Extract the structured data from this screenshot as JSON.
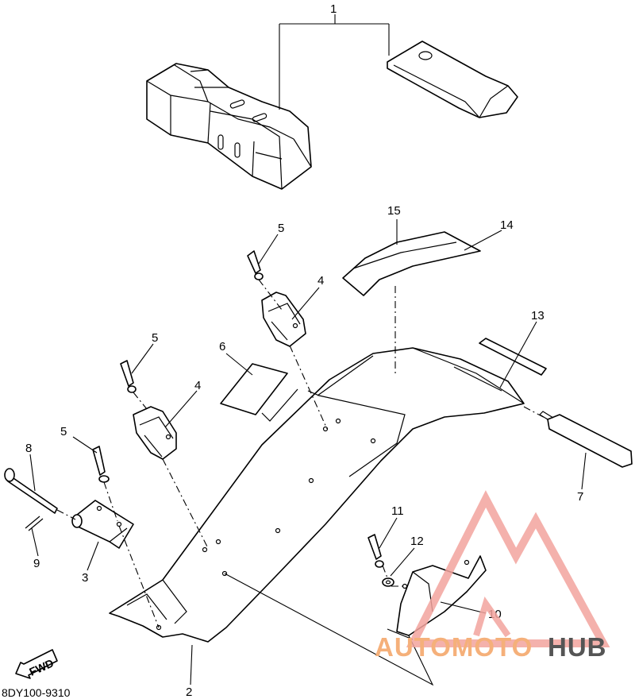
{
  "diagram": {
    "callouts": [
      {
        "id": "1",
        "label": "1"
      },
      {
        "id": "2",
        "label": "2"
      },
      {
        "id": "3",
        "label": "3"
      },
      {
        "id": "4a",
        "label": "4"
      },
      {
        "id": "4b",
        "label": "4"
      },
      {
        "id": "5a",
        "label": "5"
      },
      {
        "id": "5b",
        "label": "5"
      },
      {
        "id": "5c",
        "label": "5"
      },
      {
        "id": "6",
        "label": "6"
      },
      {
        "id": "7",
        "label": "7"
      },
      {
        "id": "8",
        "label": "8"
      },
      {
        "id": "9",
        "label": "9"
      },
      {
        "id": "10",
        "label": "10"
      },
      {
        "id": "11",
        "label": "11"
      },
      {
        "id": "12",
        "label": "12"
      },
      {
        "id": "13",
        "label": "13"
      },
      {
        "id": "14",
        "label": "14"
      },
      {
        "id": "15",
        "label": "15"
      }
    ],
    "fwd_label": "FWD",
    "diagram_code": "8DY100-9310"
  },
  "watermark": {
    "text_left": "AUTOMOTO",
    "text_right": "HUB",
    "color_left": "#f5b07a",
    "color_right": "#555555",
    "triangle_color": "#f2a39e"
  }
}
